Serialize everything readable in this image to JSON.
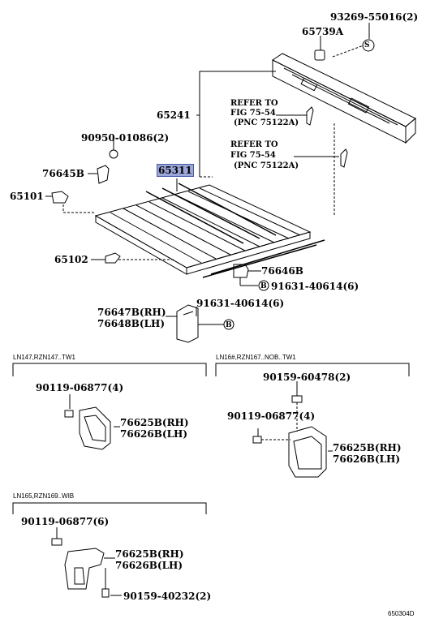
{
  "labels": {
    "p93269": "93269-55016(2)",
    "p65739": "65739A",
    "p65241": "65241",
    "ref1_line1": "REFER TO",
    "ref1_line2": "FIG 75-54",
    "ref1_line3": "(PNC 75122A)",
    "ref2_line1": "REFER TO",
    "ref2_line2": "FIG 75-54",
    "ref2_line3": "(PNC 75122A)",
    "p90950": "90950-01086(2)",
    "p76645": "76645B",
    "p65311": "65311",
    "p65101": "65101",
    "p65102": "65102",
    "p76646": "76646B",
    "p91631a": "91631-40614(6)",
    "p91631b": "91631-40614(6)",
    "p76647": "76647B(RH)",
    "p76648": "76648B(LH)",
    "sec1_title": "LN147,RZN147..TW1",
    "sec2_title": "LN16#,RZN167..NOB..TW1",
    "sec3_title": "LN165,RZN169..WIB",
    "s1_p90119": "90119-06877(4)",
    "s1_p76625": "76625B(RH)",
    "s1_p76626": "76626B(LH)",
    "s2_p90159": "90159-60478(2)",
    "s2_p90119": "90119-06877(4)",
    "s2_p76625": "76625B(RH)",
    "s2_p76626": "76626B(LH)",
    "s3_p90119": "90119-06877(6)",
    "s3_p76625": "76625B(RH)",
    "s3_p76626": "76626B(LH)",
    "s3_p90159": "90159-40232(2)",
    "callout_s": "S",
    "callout_b1": "B",
    "callout_b2": "B",
    "fig_code": "650304D"
  }
}
